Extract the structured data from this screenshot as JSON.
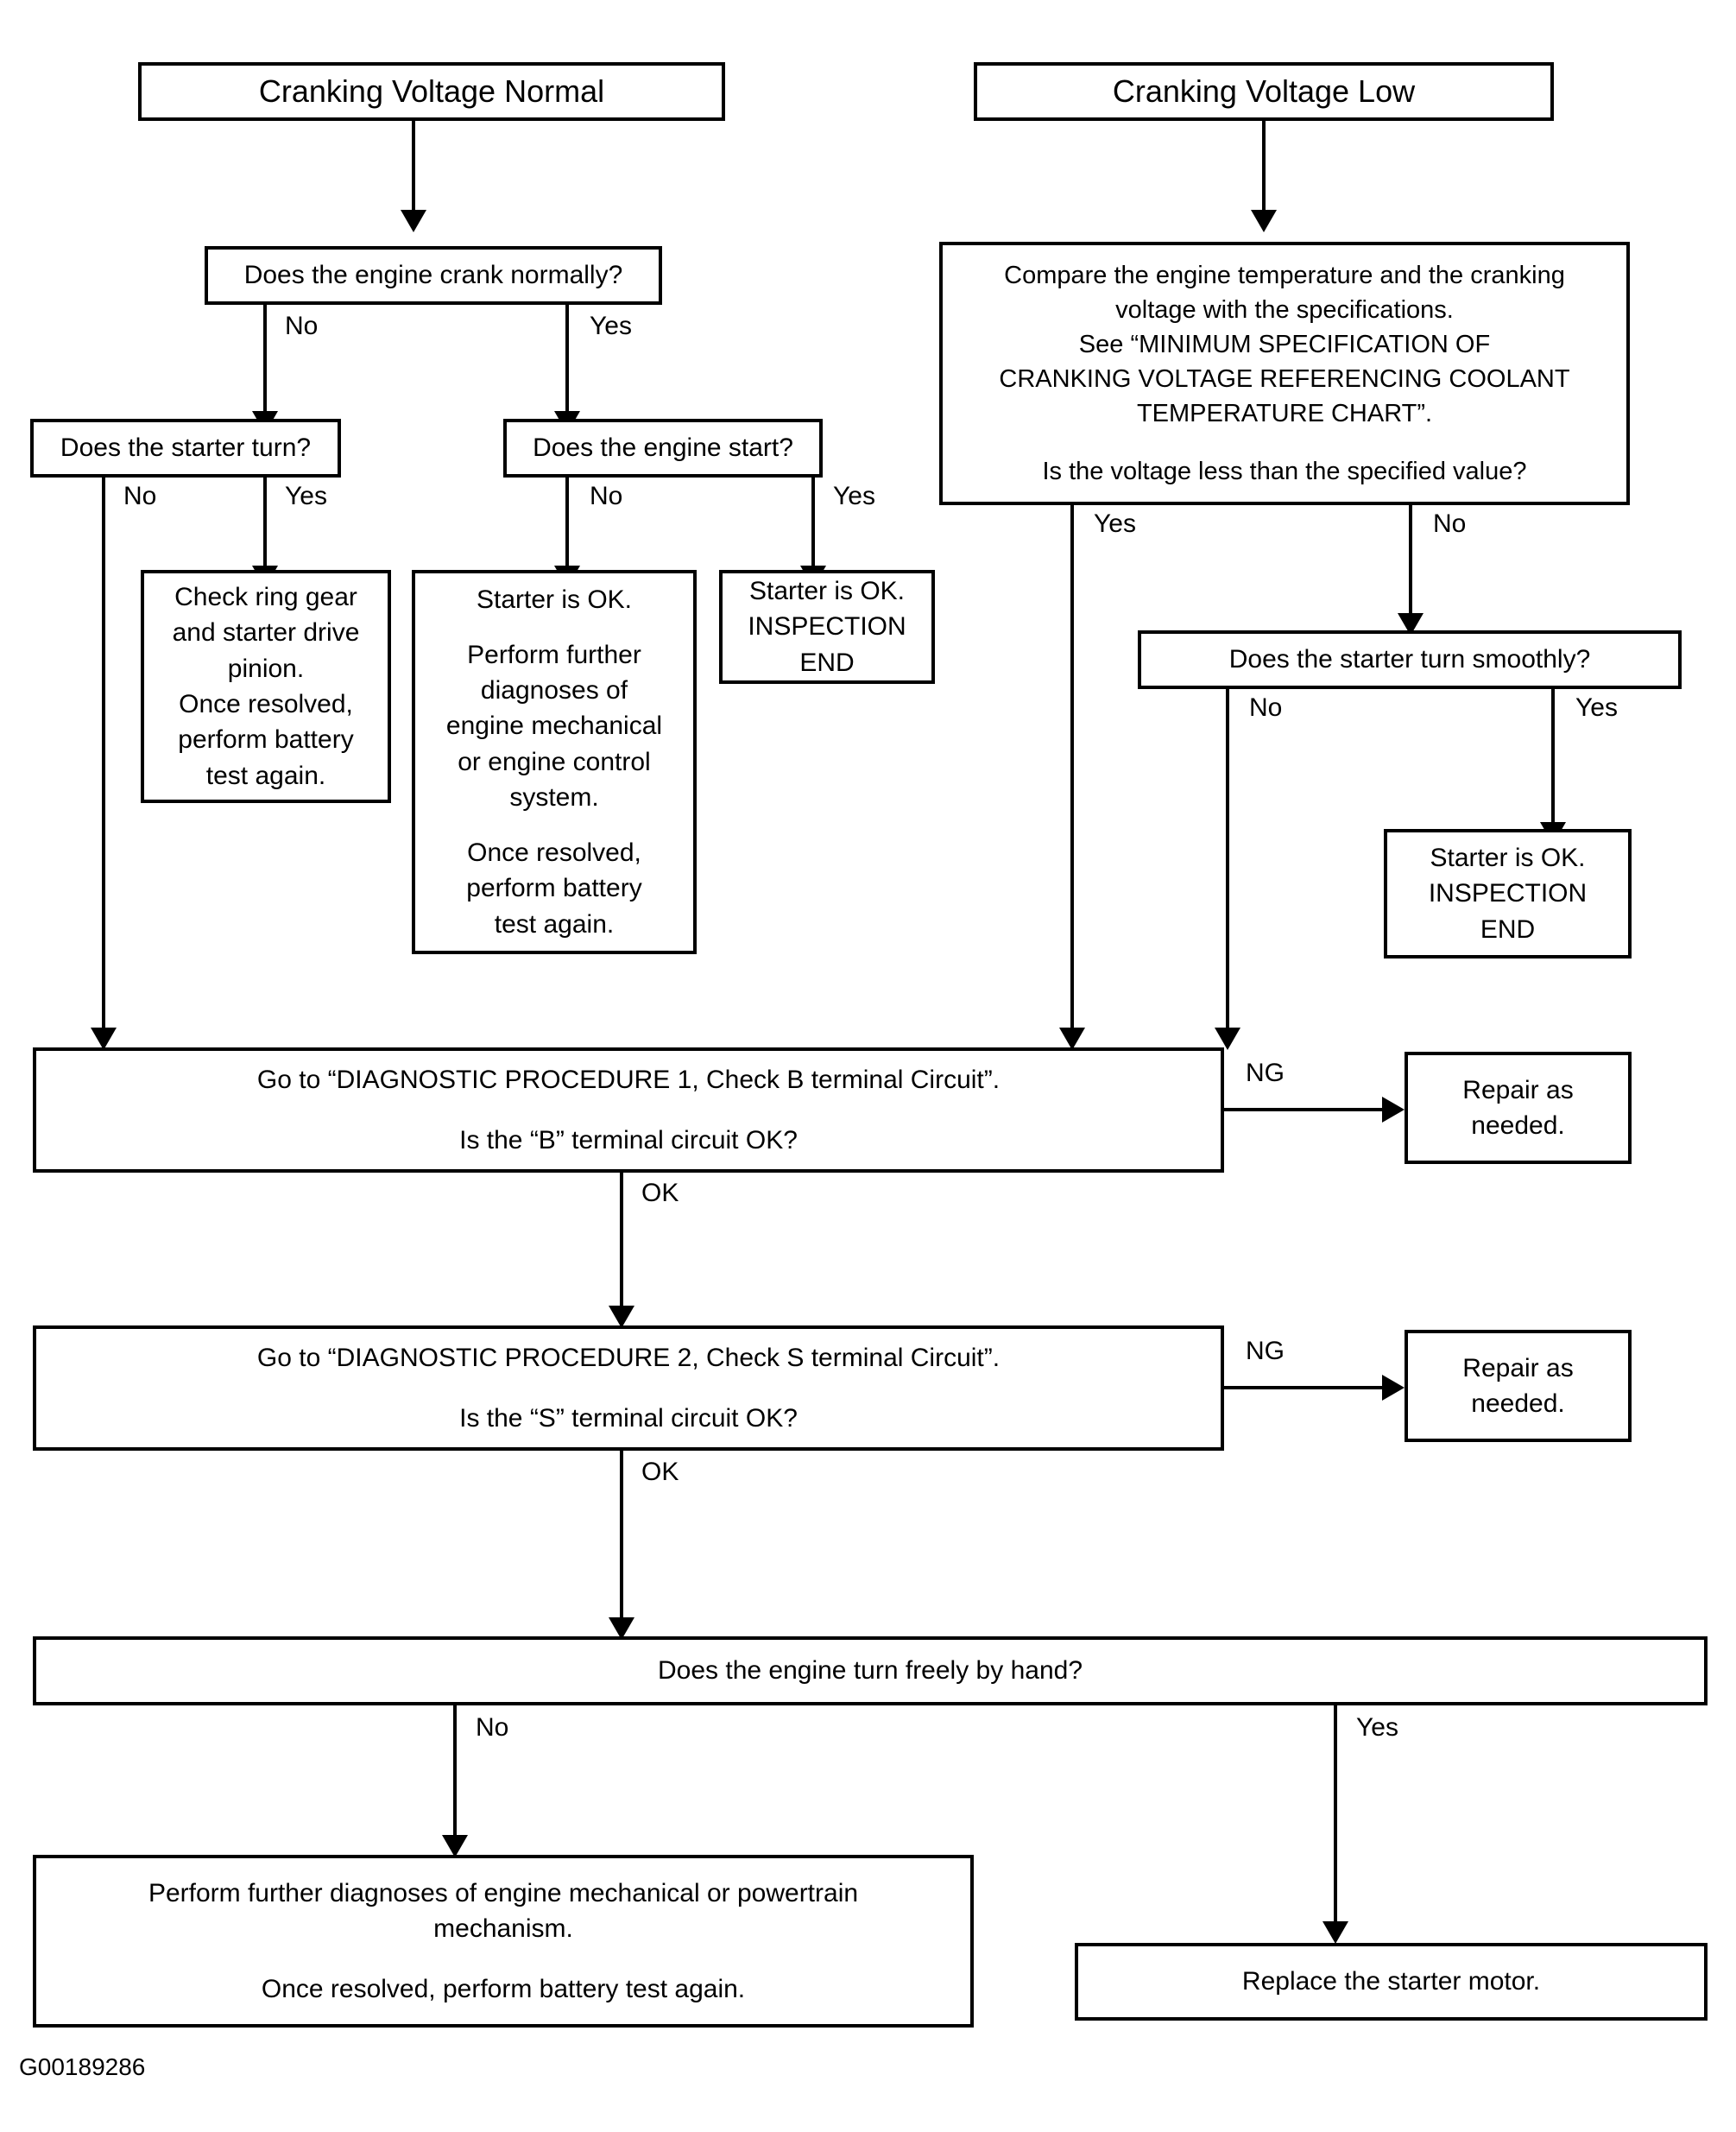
{
  "figure": {
    "id_label": "G00189286",
    "type": "flowchart",
    "title": "Starter system cranking voltage diagnostic flowchart"
  },
  "nodes": {
    "header_left": {
      "text": "Cranking Voltage Normal"
    },
    "header_right": {
      "text": "Cranking Voltage Low"
    },
    "q_crank_normally": {
      "text": "Does the engine crank normally?"
    },
    "q_starter_turn": {
      "text": "Does the starter turn?"
    },
    "q_engine_start": {
      "text": "Does the engine start?"
    },
    "compare_box": {
      "line1": "Compare the engine temperature and the cranking",
      "line2": "voltage with the specifications.",
      "line3": "See “MINIMUM SPECIFICATION OF",
      "line4": "CRANKING VOLTAGE REFERENCING COOLANT",
      "line5": "TEMPERATURE CHART”.",
      "line6": "Is the voltage less than the specified value?"
    },
    "check_ring_gear": {
      "line1": "Check ring gear",
      "line2": "and starter drive",
      "line3": "pinion.",
      "line4": "Once resolved,",
      "line5": "perform battery",
      "line6": "test again."
    },
    "starter_ok_further": {
      "line1": "Starter is OK.",
      "line2": "Perform further",
      "line3": "diagnoses of",
      "line4": "engine mechanical",
      "line5": "or engine control",
      "line6": "system.",
      "line7": "Once resolved,",
      "line8": "perform battery",
      "line9": "test again."
    },
    "starter_ok_end_left": {
      "line1": "Starter is OK.",
      "line2": "INSPECTION",
      "line3": "END"
    },
    "q_starter_turn_smoothly": {
      "text": "Does the starter turn smoothly?"
    },
    "starter_ok_end_right": {
      "line1": "Starter is OK.",
      "line2": "INSPECTION",
      "line3": "END"
    },
    "dp1": {
      "line1": "Go to “DIAGNOSTIC PROCEDURE 1, Check B terminal Circuit”.",
      "line2": "Is the “B” terminal circuit OK?"
    },
    "repair1": {
      "line1": "Repair as",
      "line2": "needed."
    },
    "dp2": {
      "line1": "Go to “DIAGNOSTIC PROCEDURE 2, Check S terminal Circuit”.",
      "line2": "Is the “S” terminal circuit OK?"
    },
    "repair2": {
      "line1": "Repair as",
      "line2": "needed."
    },
    "q_engine_turn_freely": {
      "text": "Does the engine turn freely by hand?"
    },
    "further_diag_powertrain": {
      "line1": "Perform further diagnoses of engine mechanical or powertrain",
      "line2": "mechanism.",
      "line3": "Once resolved, perform battery test again."
    },
    "replace_starter": {
      "text": "Replace the starter motor."
    }
  },
  "edge_labels": {
    "crank_no": "No",
    "crank_yes": "Yes",
    "starter_turn_no": "No",
    "starter_turn_yes": "Yes",
    "engine_start_no": "No",
    "engine_start_yes": "Yes",
    "compare_yes": "Yes",
    "compare_no": "No",
    "smoothly_no": "No",
    "smoothly_yes": "Yes",
    "dp1_ng": "NG",
    "dp1_ok": "OK",
    "dp2_ng": "NG",
    "dp2_ok": "OK",
    "freely_no": "No",
    "freely_yes": "Yes"
  },
  "colors": {
    "line": "#000000",
    "background": "#ffffff",
    "text": "#000000"
  }
}
